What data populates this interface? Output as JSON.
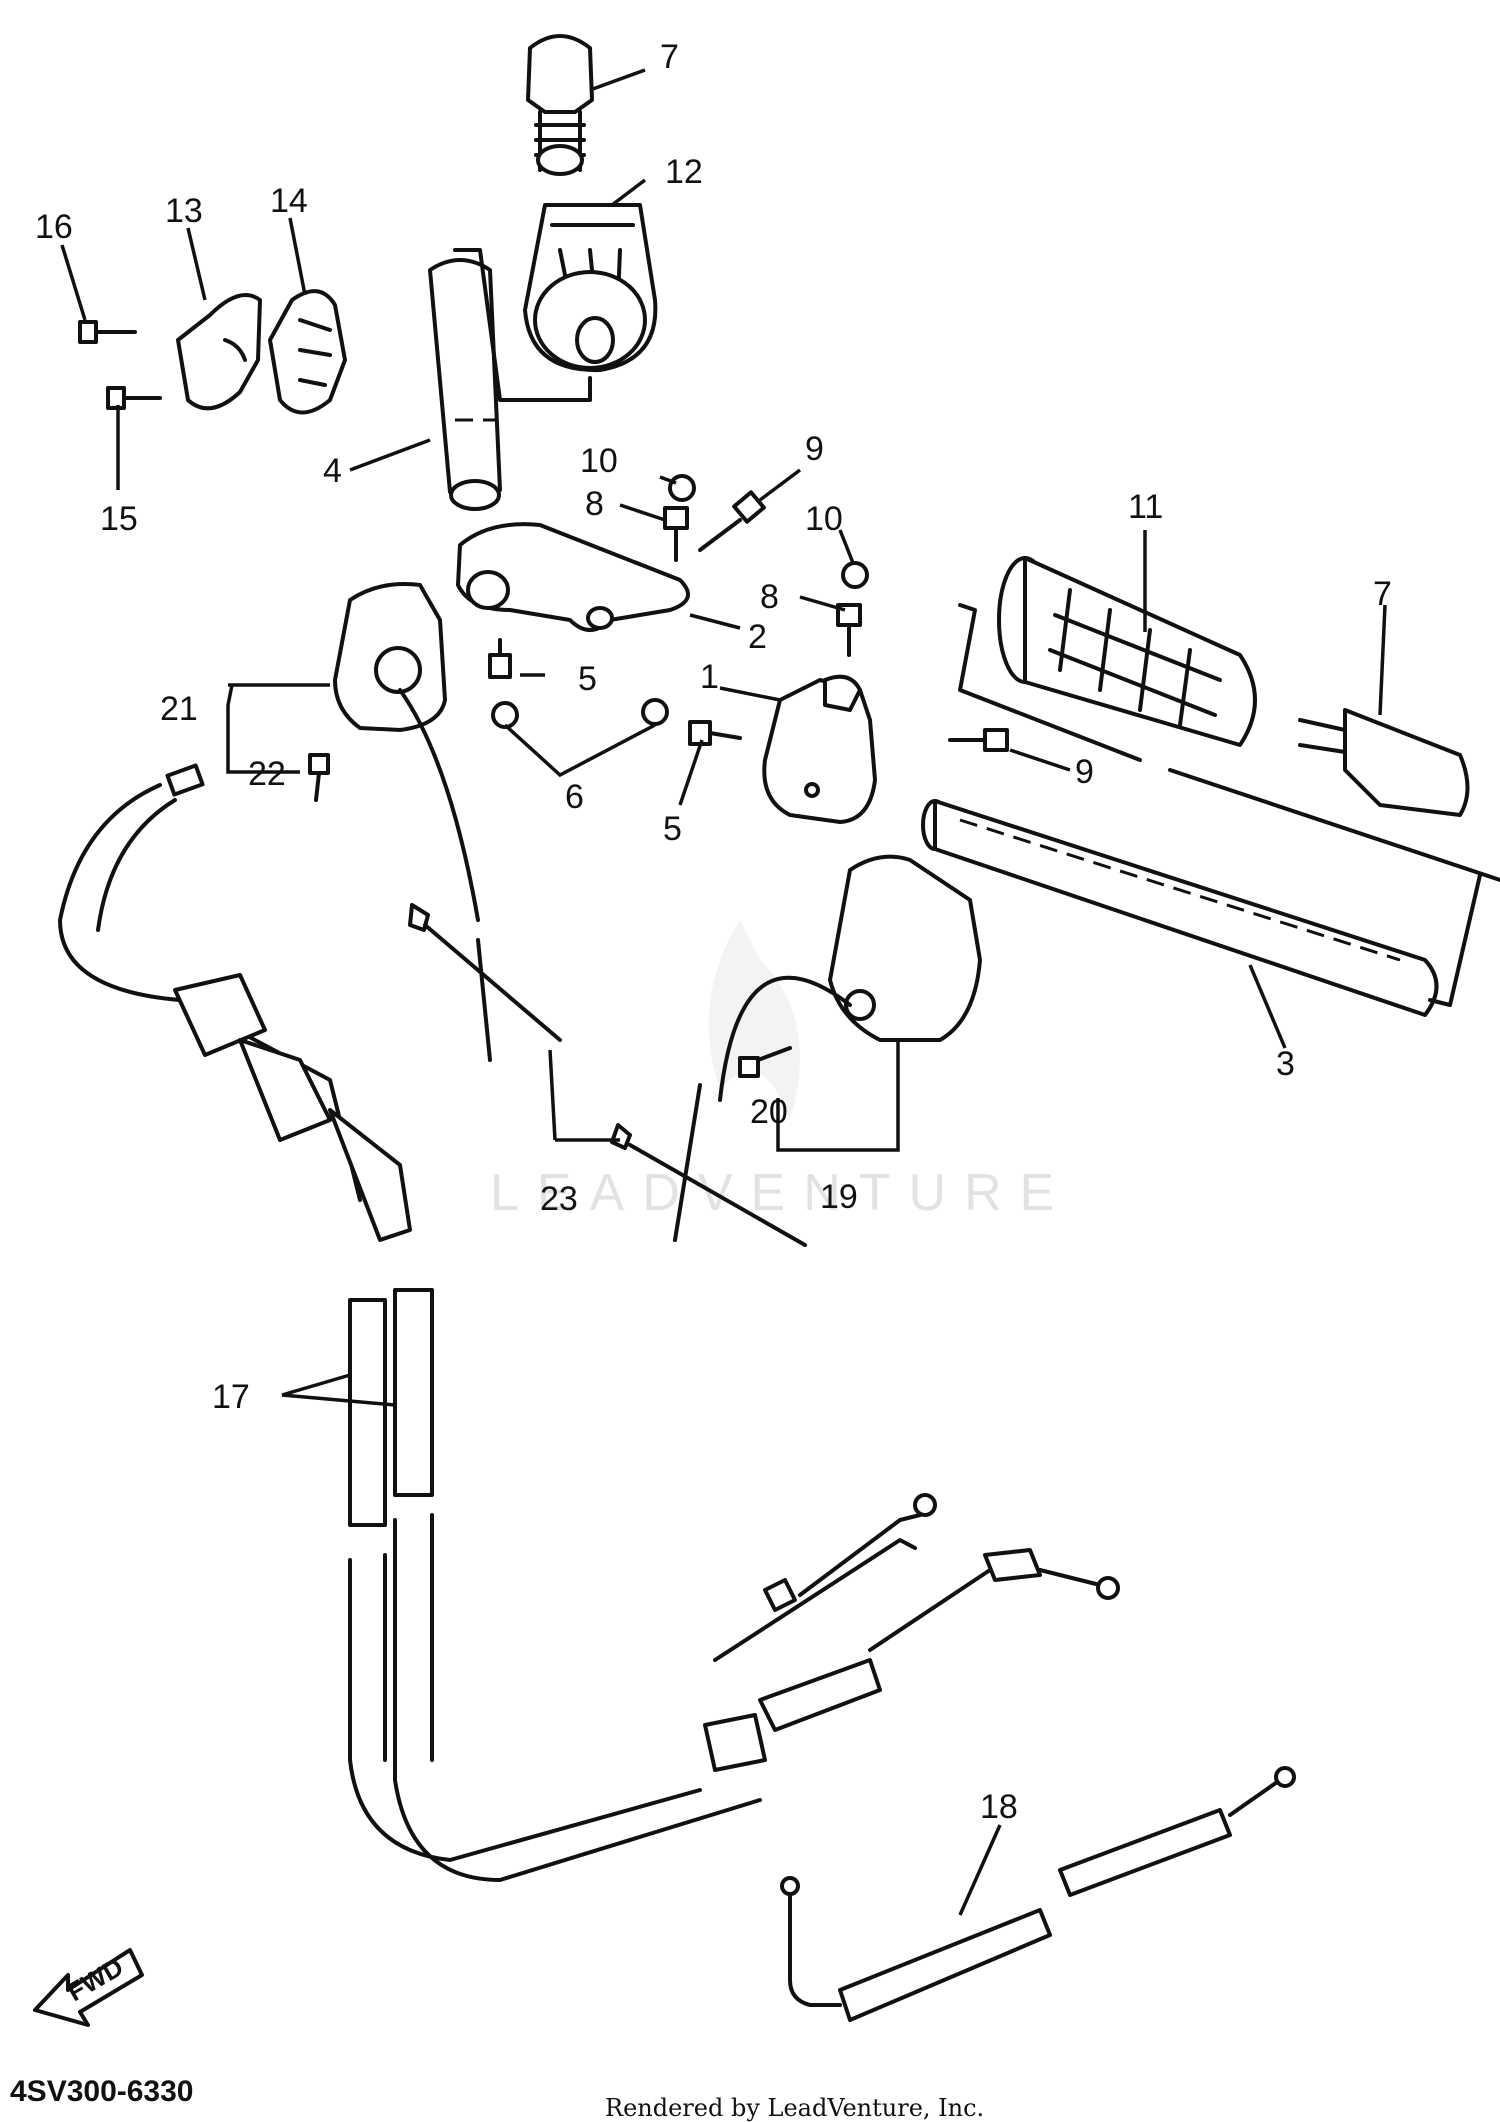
{
  "diagram": {
    "drawing_code": "4SV300-6330",
    "credit": "Rendered by LeadVenture, Inc.",
    "watermark": "LEADVENTURE",
    "direction_label": "FWD",
    "callouts": [
      {
        "id": "c1",
        "label": "1"
      },
      {
        "id": "c2",
        "label": "2"
      },
      {
        "id": "c3",
        "label": "3"
      },
      {
        "id": "c4",
        "label": "4"
      },
      {
        "id": "c5a",
        "label": "5"
      },
      {
        "id": "c5b",
        "label": "5"
      },
      {
        "id": "c6",
        "label": "6"
      },
      {
        "id": "c7a",
        "label": "7"
      },
      {
        "id": "c7b",
        "label": "7"
      },
      {
        "id": "c8a",
        "label": "8"
      },
      {
        "id": "c8b",
        "label": "8"
      },
      {
        "id": "c9a",
        "label": "9"
      },
      {
        "id": "c9b",
        "label": "9"
      },
      {
        "id": "c10a",
        "label": "10"
      },
      {
        "id": "c10b",
        "label": "10"
      },
      {
        "id": "c11",
        "label": "11"
      },
      {
        "id": "c12",
        "label": "12"
      },
      {
        "id": "c13",
        "label": "13"
      },
      {
        "id": "c14",
        "label": "14"
      },
      {
        "id": "c15",
        "label": "15"
      },
      {
        "id": "c16",
        "label": "16"
      },
      {
        "id": "c17",
        "label": "17"
      },
      {
        "id": "c18",
        "label": "18"
      },
      {
        "id": "c19",
        "label": "19"
      },
      {
        "id": "c20",
        "label": "20"
      },
      {
        "id": "c21",
        "label": "21"
      },
      {
        "id": "c22",
        "label": "22"
      },
      {
        "id": "c23",
        "label": "23"
      }
    ]
  }
}
